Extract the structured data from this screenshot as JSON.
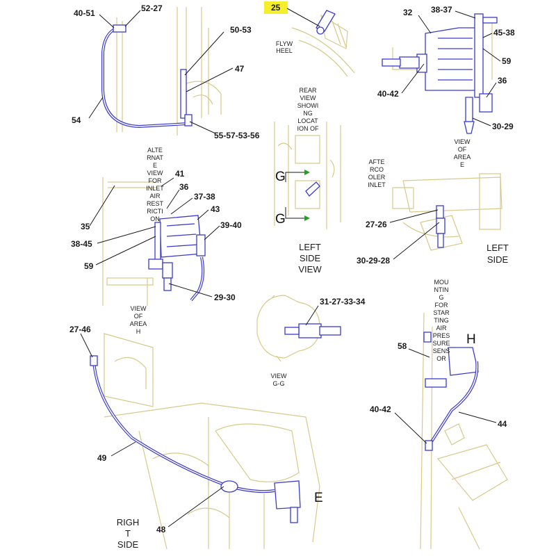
{
  "callouts": {
    "c_40_51": "40-51",
    "c_52_27": "52-27",
    "c_50_53": "50-53",
    "c_47": "47",
    "c_54": "54",
    "c_55_57_53_56": "55-57-53-56",
    "c_25": "25",
    "c_32": "32",
    "c_38_37": "38-37",
    "c_45_38": "45-38",
    "c_59_top": "59",
    "c_40_42_top": "40-42",
    "c_36_top": "36",
    "c_30_29": "30-29",
    "c_41": "41",
    "c_36_mid": "36",
    "c_37_38": "37-38",
    "c_43": "43",
    "c_35": "35",
    "c_39_40": "39-40",
    "c_38_45": "38-45",
    "c_59_mid": "59",
    "c_29_30": "29-30",
    "c_27_26": "27-26",
    "c_30_29_28": "30-29-28",
    "c_31_27_33_34": "31-27-33-34",
    "c_27_46": "27-46",
    "c_49": "49",
    "c_48": "48",
    "c_58": "58",
    "c_40_42_bot": "40-42",
    "c_44": "44"
  },
  "notes": {
    "flywheel": [
      "FLYW",
      "HEEL"
    ],
    "rear_view": [
      "REAR",
      "VIEW",
      "SHOWI",
      "NG",
      "LOCAT",
      "ION OF"
    ],
    "alternate_view": [
      "ALTE",
      "RNAT",
      "E",
      "VIEW",
      "FOR",
      "INLET",
      "AIR",
      "REST",
      "RICTI",
      "ON"
    ],
    "aftercooler": [
      "AFTE",
      "RCO",
      "OLER",
      "INLET"
    ],
    "view_area_e": [
      "VIEW",
      "OF",
      "AREA",
      "E"
    ],
    "left_side_view": [
      "LEFT",
      "SIDE",
      "VIEW"
    ],
    "left_side": [
      "LEFT",
      "SIDE"
    ],
    "view_area_h": [
      "VIEW",
      "OF",
      "AREA",
      "H"
    ],
    "view_gg": [
      "VIEW",
      "G-G"
    ],
    "mounting": [
      "MOU",
      "NTIN",
      "G",
      "FOR",
      "STAR",
      "TING",
      "AIR",
      "PRES",
      "SURE",
      "SENS",
      "OR"
    ],
    "right_side": [
      "RIGH",
      "T",
      "SIDE"
    ]
  },
  "letters": {
    "g_upper": "G",
    "g_lower": "G",
    "h": "H",
    "e": "E"
  },
  "colors": {
    "part_outline": "#3a3ad0",
    "engine_outline": "#d8c98a",
    "callout_text": "#1a1a1a",
    "highlight_box": "#f4ef2a",
    "view_arrow": "#2a9a2a"
  }
}
